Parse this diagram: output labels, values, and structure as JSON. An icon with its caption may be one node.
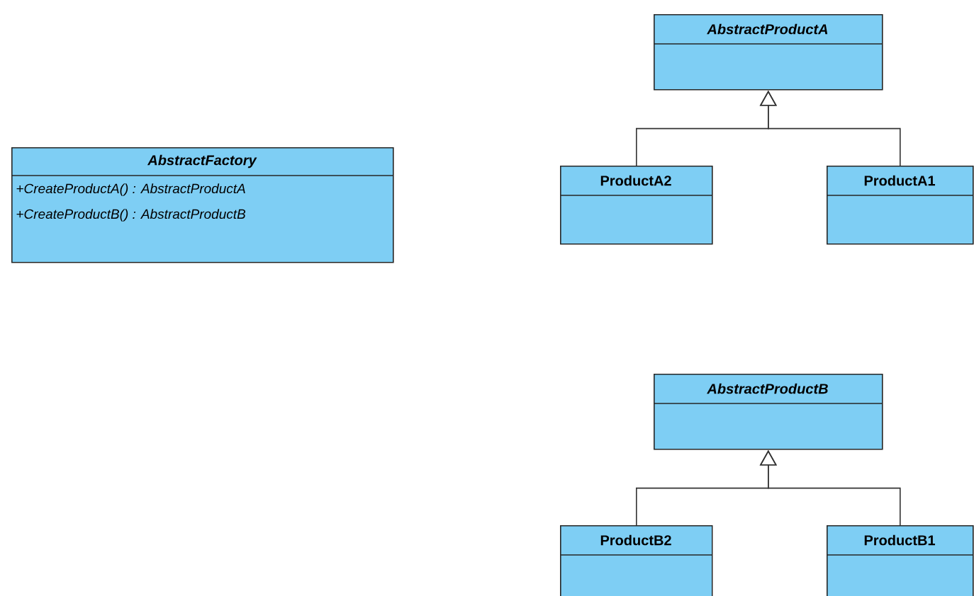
{
  "diagram": {
    "nodes": [
      {
        "text": [
          "AbstractFactory",
          "+CreateProductA() : AbstractProductA",
          "+CreateProductB() : AbstractProductB"
        ]
      },
      {
        "text": [
          "AbstractProductA"
        ]
      },
      {
        "text": [
          "ProductA2"
        ]
      },
      {
        "text": [
          "ProductA1"
        ]
      },
      {
        "text": [
          "AbstractProductB"
        ]
      },
      {
        "text": [
          "ProductB2"
        ]
      },
      {
        "text": [
          "ProductB1"
        ]
      }
    ],
    "edges": [
      {
        "from": 2,
        "to": 1,
        "arrow": "to"
      },
      {
        "from": 3,
        "to": 1,
        "arrow": "to"
      },
      {
        "from": 5,
        "to": 4,
        "arrow": "to"
      },
      {
        "from": 6,
        "to": 4,
        "arrow": "to"
      }
    ]
  }
}
